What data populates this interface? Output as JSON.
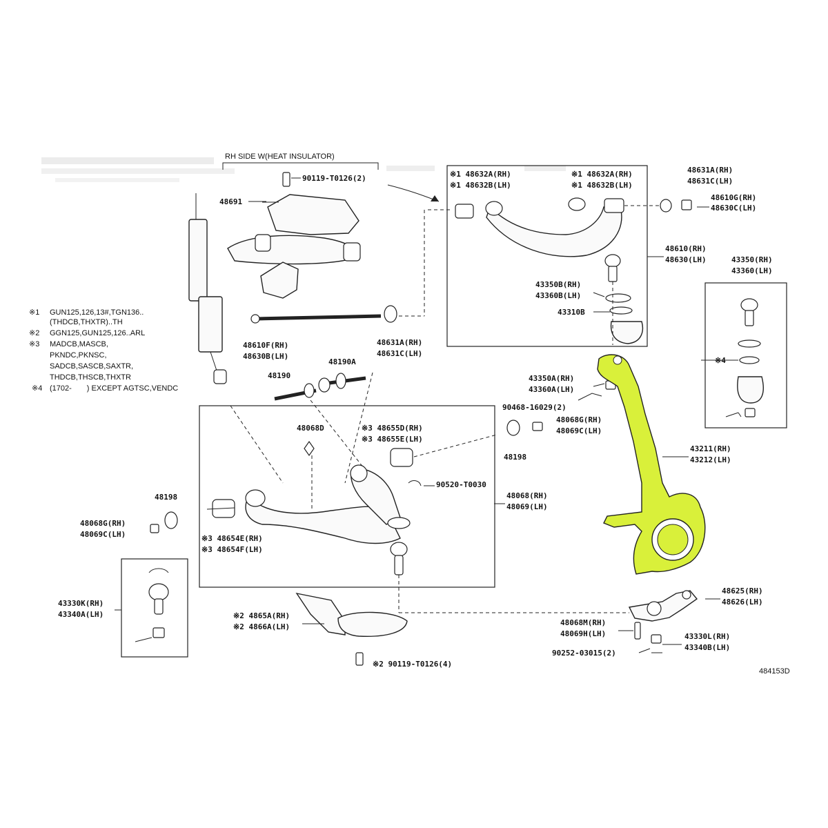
{
  "diagram": {
    "header_label": "RH SIDE W(HEAT INSULATOR)",
    "catalog_number": "484153D",
    "highlight_color": "#d9f03a",
    "notes": [
      {
        "mark": "※1",
        "lines": [
          "GUN125,126,13#,TGN136..",
          "(THDCB,THXTR)..TH"
        ]
      },
      {
        "mark": "※2",
        "lines": [
          "GGN125,GUN125,126..ARL"
        ]
      },
      {
        "mark": "※3",
        "lines": [
          "MADCB,MASCB,",
          "PKNDC,PKNSC,",
          "SADCB,SASCB,SAXTR,",
          "THDCB,THSCB,THXTR"
        ]
      },
      {
        "mark": "※4",
        "lines": [
          "(1702-　　) EXCEPT AGTSC,VENDC"
        ]
      }
    ],
    "labels": {
      "l_90119_top": "90119-T0126(2)",
      "l_48691": "48691",
      "l_48632A_l": "※1 48632A(RH)",
      "l_48632B_l": "※1 48632B(LH)",
      "l_48632A_r": "※1 48632A(RH)",
      "l_48632B_r": "※1 48632B(LH)",
      "l_48631A_top": "48631A(RH)",
      "l_48631C_top": "48631C(LH)",
      "l_48610G": "48610G(RH)",
      "l_48630C": "48630C(LH)",
      "l_48610": "48610(RH)",
      "l_48630": "48630(LH)",
      "l_43350B": "43350B(RH)",
      "l_43360B": "43360B(LH)",
      "l_43310B": "43310B",
      "l_43350": "43350(RH)",
      "l_43360": "43360(LH)",
      "l_mark4": "※4",
      "l_48610F": "48610F(RH)",
      "l_48630B": "48630B(LH)",
      "l_48631A_mid": "48631A(RH)",
      "l_48631C_mid": "48631C(LH)",
      "l_48190": "48190",
      "l_48190A": "48190A",
      "l_43350A": "43350A(RH)",
      "l_43360A": "43360A(LH)",
      "l_90468": "90468-16029(2)",
      "l_48068G_r": "48068G(RH)",
      "l_48069C_r": "48069C(LH)",
      "l_48198_r": "48198",
      "l_43211": "43211(RH)",
      "l_43212": "43212(LH)",
      "l_48068D": "48068D",
      "l_48655D": "※3 48655D(RH)",
      "l_48655E": "※3 48655E(LH)",
      "l_90520": "90520-T0030",
      "l_48068": "48068(RH)",
      "l_48069": "48069(LH)",
      "l_48198_l": "48198",
      "l_48068G_l": "48068G(RH)",
      "l_48069C_l": "48069C(LH)",
      "l_48654E": "※3 48654E(RH)",
      "l_48654F": "※3 48654F(LH)",
      "l_43330K": "43330K(RH)",
      "l_43340A": "43340A(LH)",
      "l_4865A": "※2 4865A(RH)",
      "l_4866A": "※2 4866A(LH)",
      "l_90119_bot": "※2 90119-T0126(4)",
      "l_48625": "48625(RH)",
      "l_48626": "48626(LH)",
      "l_48068M": "48068M(RH)",
      "l_48069H": "48069H(LH)",
      "l_43330L": "43330L(RH)",
      "l_43340B": "43340B(LH)",
      "l_90252": "90252-03015(2)"
    }
  }
}
